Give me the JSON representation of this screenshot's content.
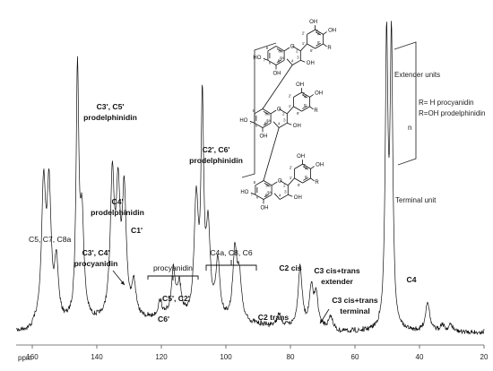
{
  "chart_data": {
    "type": "line",
    "title": "",
    "xlabel": "ppm",
    "ylabel": "",
    "xlim": [
      165,
      20
    ],
    "x_reversed": true,
    "grid": false,
    "x_ticks": [
      160,
      140,
      120,
      100,
      80,
      60,
      40,
      20
    ],
    "peaks": [
      {
        "ppm": 156.5,
        "h": 0.58
      },
      {
        "ppm": 154.8,
        "h": 0.55
      },
      {
        "ppm": 152.5,
        "h": 0.24
      },
      {
        "ppm": 146.0,
        "h": 1.05
      },
      {
        "ppm": 144.6,
        "h": 0.42
      },
      {
        "ppm": 135.2,
        "h": 0.58
      },
      {
        "ppm": 133.4,
        "h": 0.5
      },
      {
        "ppm": 131.5,
        "h": 0.52
      },
      {
        "ppm": 128.5,
        "h": 0.14
      },
      {
        "ppm": 120.4,
        "h": 0.07
      },
      {
        "ppm": 116.3,
        "h": 0.2
      },
      {
        "ppm": 114.4,
        "h": 0.13
      },
      {
        "ppm": 109.2,
        "h": 0.5
      },
      {
        "ppm": 107.3,
        "h": 0.89
      },
      {
        "ppm": 105.5,
        "h": 0.37
      },
      {
        "ppm": 102.5,
        "h": 0.24
      },
      {
        "ppm": 97.2,
        "h": 0.3
      },
      {
        "ppm": 95.8,
        "h": 0.18
      },
      {
        "ppm": 83.5,
        "h": 0.05
      },
      {
        "ppm": 77.0,
        "h": 0.26
      },
      {
        "ppm": 73.5,
        "h": 0.16
      },
      {
        "ppm": 72.0,
        "h": 0.13
      },
      {
        "ppm": 67.5,
        "h": 0.05
      },
      {
        "ppm": 50.2,
        "h": 1.22
      },
      {
        "ppm": 48.7,
        "h": 1.22
      },
      {
        "ppm": 37.5,
        "h": 0.13
      },
      {
        "ppm": 33.0,
        "h": 0.03
      },
      {
        "ppm": 30.3,
        "h": 0.03
      }
    ],
    "annotations": [
      {
        "text": "C5, C7, C8a",
        "bold": false
      },
      {
        "text": "C3', C5'",
        "bold": true
      },
      {
        "text": "prodelphinidin",
        "bold": true
      },
      {
        "text": "C4'",
        "bold": true
      },
      {
        "text": "prodelphinidin",
        "bold": true
      },
      {
        "text": "C1'",
        "bold": true
      },
      {
        "text": "C3', C4'",
        "bold": true
      },
      {
        "text": "procyanidin",
        "bold": true
      },
      {
        "text": "procyanidin",
        "bold": false
      },
      {
        "text": "C5', C2'",
        "bold": true
      },
      {
        "text": "C6'",
        "bold": true
      },
      {
        "text": "C2', C6'",
        "bold": true
      },
      {
        "text": "prodelphinidin",
        "bold": true
      },
      {
        "text": "C4a, C8, C6",
        "bold": false
      },
      {
        "text": "C2 cis",
        "bold": true
      },
      {
        "text": "C2 trans",
        "bold": true
      },
      {
        "text": "C3 cis+trans",
        "bold": true
      },
      {
        "text": "extender",
        "bold": true
      },
      {
        "text": "C3 cis+trans",
        "bold": true
      },
      {
        "text": "terminal",
        "bold": true
      },
      {
        "text": "C4",
        "bold": true
      }
    ]
  },
  "structure": {
    "extender_label": "Extender units",
    "terminal_label": "Terminal unit",
    "repeat_label": "n",
    "legend_line1": "R= H procyanidin",
    "legend_line2": "R=OH prodelphinidin",
    "atom_oh": "OH",
    "atom_ho": "HO",
    "atom_o": "O",
    "atom_r": "R",
    "ring_numbers": {
      "n2": "2",
      "n3": "3",
      "n4": "4",
      "n4a": "4a",
      "n5": "5",
      "n6": "6",
      "n7": "7",
      "n8": "8",
      "n8a": "8a",
      "n1p": "1'",
      "n2p": "2'",
      "n3p": "3'",
      "n4p": "4'",
      "n5p": "5'",
      "n6p": "6'"
    }
  }
}
